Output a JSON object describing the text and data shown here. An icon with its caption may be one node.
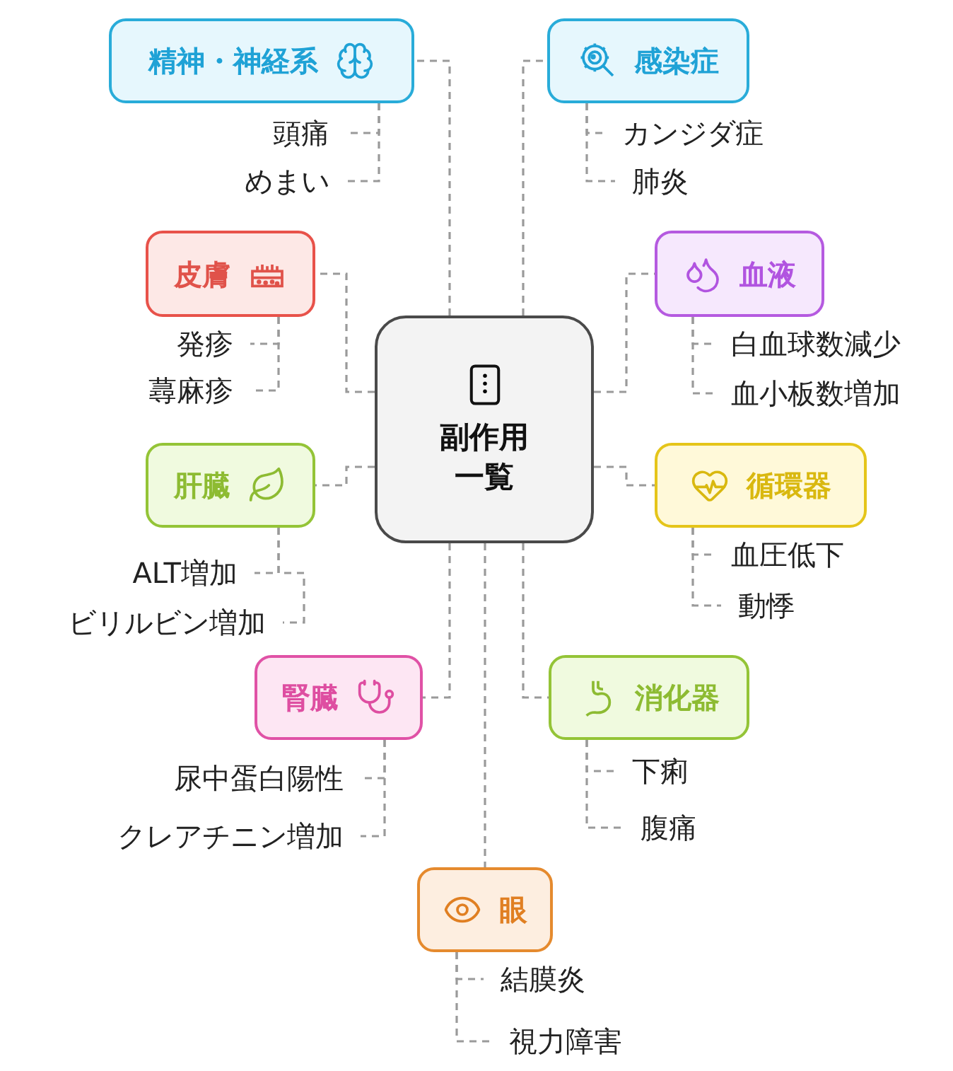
{
  "diagram": {
    "nodes": [
      {
        "text": [
          "副作用一覧"
        ]
      },
      {
        "text": [
          "精神・神経系"
        ]
      },
      {
        "text": [
          "頭痛"
        ]
      },
      {
        "text": [
          "めまい"
        ]
      },
      {
        "text": [
          "感染症"
        ]
      },
      {
        "text": [
          "カンジダ症"
        ]
      },
      {
        "text": [
          "肺炎"
        ]
      },
      {
        "text": [
          "皮膚"
        ]
      },
      {
        "text": [
          "発疹"
        ]
      },
      {
        "text": [
          "蕁麻疹"
        ]
      },
      {
        "text": [
          "血液"
        ]
      },
      {
        "text": [
          "白血球数減少"
        ]
      },
      {
        "text": [
          "血小板数増加"
        ]
      },
      {
        "text": [
          "肝臓"
        ]
      },
      {
        "text": [
          "ALT増加"
        ]
      },
      {
        "text": [
          "ビリルビン増加"
        ]
      },
      {
        "text": [
          "循環器"
        ]
      },
      {
        "text": [
          "血圧低下"
        ]
      },
      {
        "text": [
          "動悸"
        ]
      },
      {
        "text": [
          "腎臓"
        ]
      },
      {
        "text": [
          "尿中蛋白陽性"
        ]
      },
      {
        "text": [
          "クレアチニン増加"
        ]
      },
      {
        "text": [
          "消化器"
        ]
      },
      {
        "text": [
          "下痢"
        ]
      },
      {
        "text": [
          "腹痛"
        ]
      },
      {
        "text": [
          "眼"
        ]
      },
      {
        "text": [
          "結膜炎"
        ]
      },
      {
        "text": [
          "視力障害"
        ]
      }
    ],
    "edges": [
      {
        "from": 0,
        "to": 1,
        "arrow": "none",
        "style": "dashed"
      },
      {
        "from": 1,
        "to": 2,
        "arrow": "none",
        "style": "dashed"
      },
      {
        "from": 1,
        "to": 3,
        "arrow": "none",
        "style": "dashed"
      },
      {
        "from": 0,
        "to": 4,
        "arrow": "none",
        "style": "dashed"
      },
      {
        "from": 4,
        "to": 5,
        "arrow": "none",
        "style": "dashed"
      },
      {
        "from": 4,
        "to": 6,
        "arrow": "none",
        "style": "dashed"
      },
      {
        "from": 0,
        "to": 7,
        "arrow": "none",
        "style": "dashed"
      },
      {
        "from": 7,
        "to": 8,
        "arrow": "none",
        "style": "dashed"
      },
      {
        "from": 7,
        "to": 9,
        "arrow": "none",
        "style": "dashed"
      },
      {
        "from": 0,
        "to": 10,
        "arrow": "none",
        "style": "dashed"
      },
      {
        "from": 10,
        "to": 11,
        "arrow": "none",
        "style": "dashed"
      },
      {
        "from": 10,
        "to": 12,
        "arrow": "none",
        "style": "dashed"
      },
      {
        "from": 0,
        "to": 13,
        "arrow": "none",
        "style": "dashed"
      },
      {
        "from": 13,
        "to": 14,
        "arrow": "none",
        "style": "dashed"
      },
      {
        "from": 13,
        "to": 15,
        "arrow": "none",
        "style": "dashed"
      },
      {
        "from": 0,
        "to": 16,
        "arrow": "none",
        "style": "dashed"
      },
      {
        "from": 16,
        "to": 17,
        "arrow": "none",
        "style": "dashed"
      },
      {
        "from": 16,
        "to": 18,
        "arrow": "none",
        "style": "dashed"
      },
      {
        "from": 0,
        "to": 19,
        "arrow": "none",
        "style": "dashed"
      },
      {
        "from": 19,
        "to": 20,
        "arrow": "none",
        "style": "dashed"
      },
      {
        "from": 19,
        "to": 21,
        "arrow": "none",
        "style": "dashed"
      },
      {
        "from": 0,
        "to": 22,
        "arrow": "none",
        "style": "dashed"
      },
      {
        "from": 22,
        "to": 23,
        "arrow": "none",
        "style": "dashed"
      },
      {
        "from": 22,
        "to": 24,
        "arrow": "none",
        "style": "dashed"
      },
      {
        "from": 0,
        "to": 25,
        "arrow": "none",
        "style": "dashed"
      },
      {
        "from": 25,
        "to": 26,
        "arrow": "none",
        "style": "dashed"
      },
      {
        "from": 25,
        "to": 27,
        "arrow": "none",
        "style": "dashed"
      }
    ]
  }
}
